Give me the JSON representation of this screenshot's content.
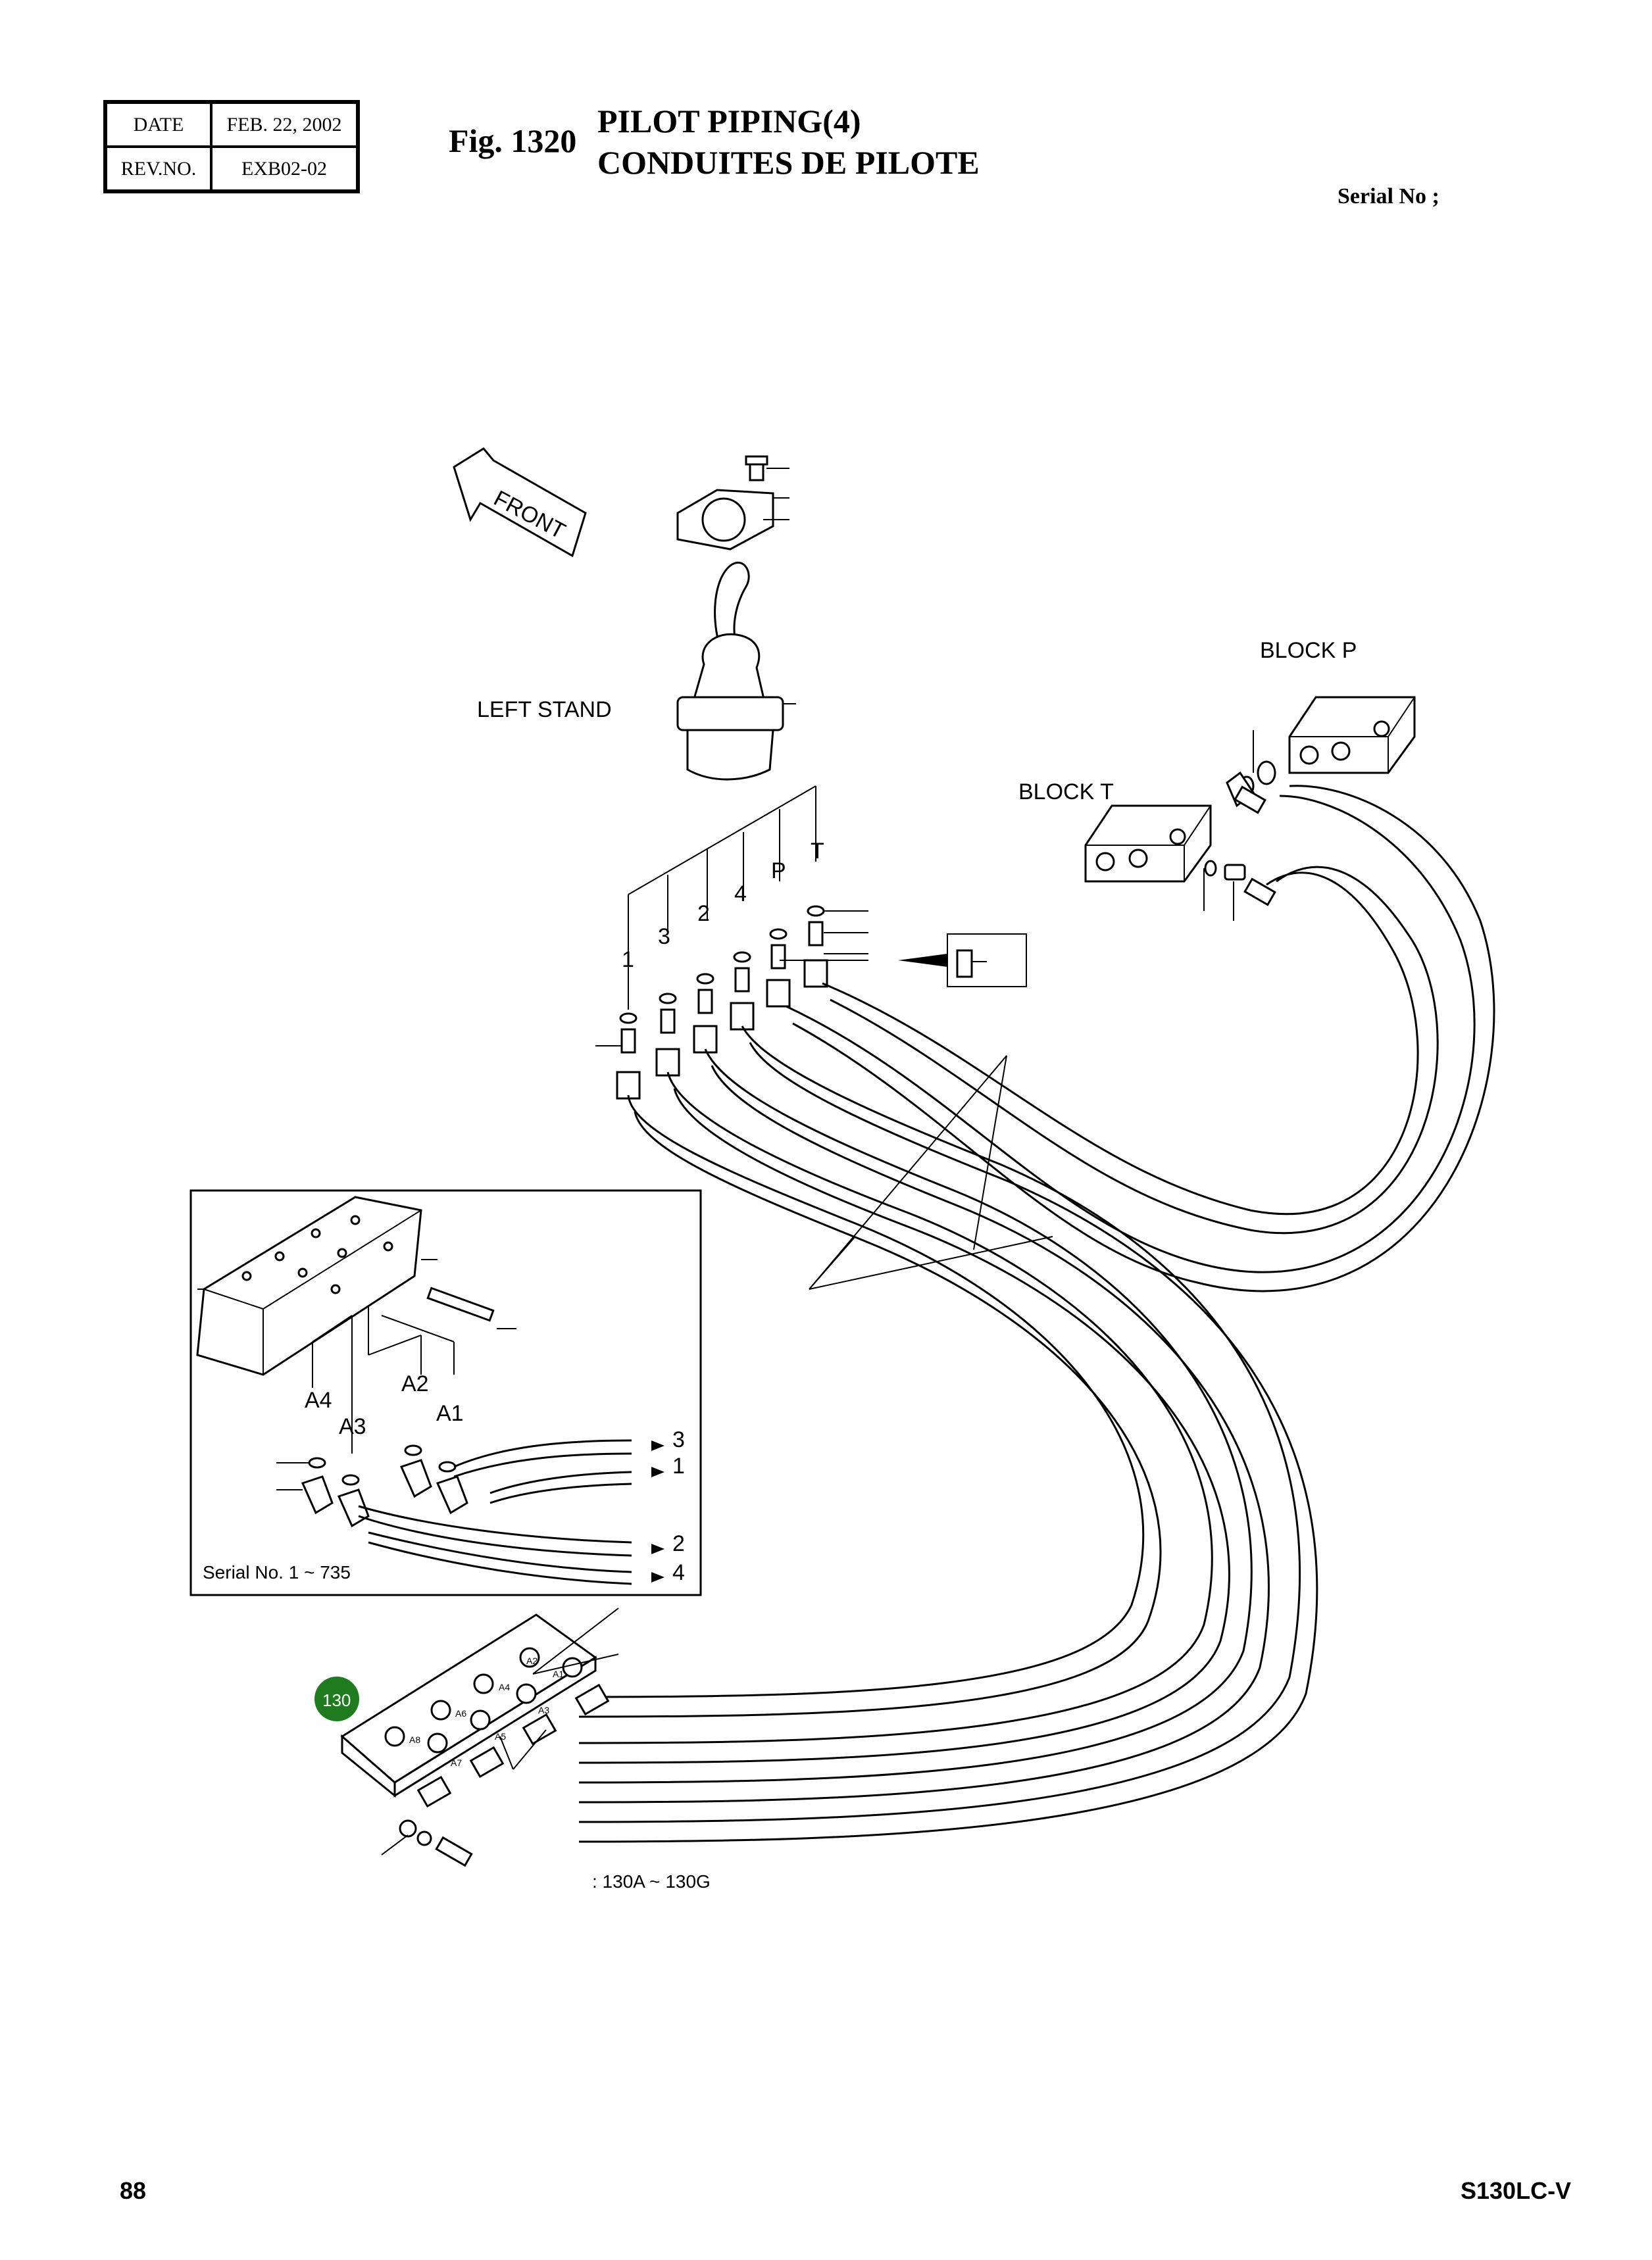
{
  "header": {
    "date_label": "DATE",
    "date_value": "FEB. 22, 2002",
    "rev_label": "REV.NO.",
    "rev_value": "EXB02-02",
    "fig_number": "Fig. 1320",
    "title_en": "PILOT PIPING(4)",
    "title_fr": "CONDUITES DE PILOTE",
    "serial": "Serial No ;"
  },
  "diagram": {
    "front_arrow": "FRONT",
    "left_stand": "LEFT STAND",
    "block_p": "BLOCK   P",
    "block_t": "BLOCK   T",
    "port_labels": [
      "1",
      "3",
      "2",
      "4",
      "P",
      "T"
    ],
    "inset": {
      "serial_range": "Serial No. 1 ~ 735",
      "ports": [
        "A4",
        "A3",
        "A2",
        "A1"
      ],
      "hose_numbers": [
        "3",
        "1",
        "2",
        "4"
      ]
    },
    "callout_number": "130",
    "callout_color": "#1e7b1e",
    "range_note": ": 130A ~ 130G",
    "manifold_ports": [
      "A8",
      "A7",
      "A6",
      "A5",
      "A4",
      "A3",
      "A2",
      "A1"
    ]
  },
  "footer": {
    "page_number": "88",
    "model": "S130LC-V"
  }
}
